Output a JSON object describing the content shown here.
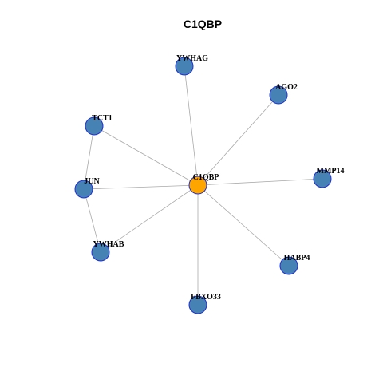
{
  "title": "C1QBP",
  "colors": {
    "hub_fill": "#FFA500",
    "node_fill": "#4682B4",
    "node_stroke": "#1f2fd6",
    "edge": "#aaaaaa"
  },
  "nodes": [
    {
      "id": "C1QBP",
      "label": "C1QBP",
      "hub": true
    },
    {
      "id": "YWHAG",
      "label": "YWHAG"
    },
    {
      "id": "AGO2",
      "label": "AGO2"
    },
    {
      "id": "MMP14",
      "label": "MMP14"
    },
    {
      "id": "HABP4",
      "label": "HABP4"
    },
    {
      "id": "FBXO33",
      "label": "FBXO33"
    },
    {
      "id": "YWHAB",
      "label": "YWHAB"
    },
    {
      "id": "JUN",
      "label": "JUN"
    },
    {
      "id": "TCT1",
      "label": "TCT1"
    }
  ],
  "edges": [
    [
      "C1QBP",
      "YWHAG"
    ],
    [
      "C1QBP",
      "AGO2"
    ],
    [
      "C1QBP",
      "MMP14"
    ],
    [
      "C1QBP",
      "HABP4"
    ],
    [
      "C1QBP",
      "FBXO33"
    ],
    [
      "C1QBP",
      "YWHAB"
    ],
    [
      "C1QBP",
      "JUN"
    ],
    [
      "C1QBP",
      "TCT1"
    ],
    [
      "TCT1",
      "JUN"
    ],
    [
      "JUN",
      "YWHAB"
    ]
  ]
}
